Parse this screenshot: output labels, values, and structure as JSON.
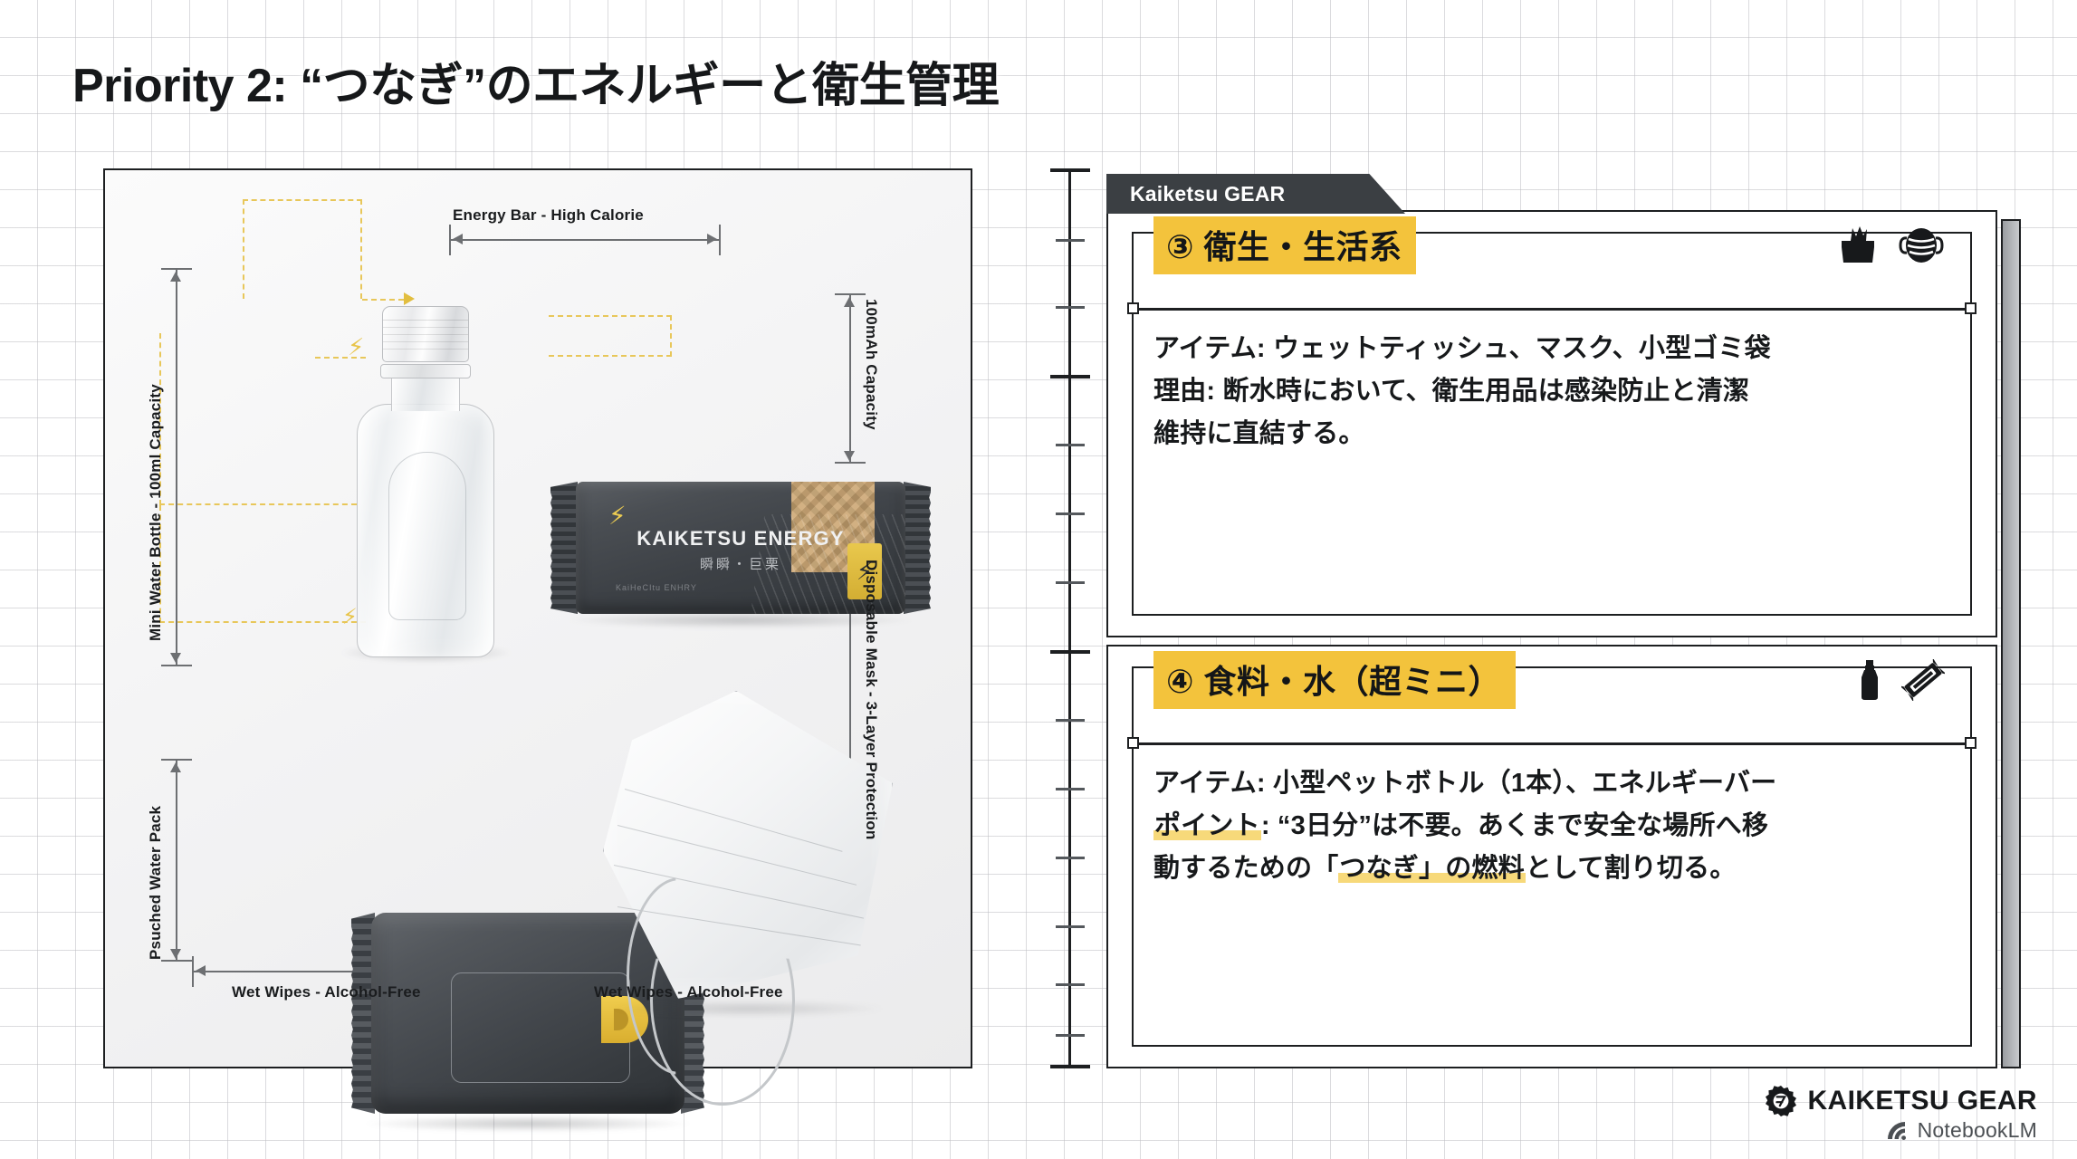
{
  "page": {
    "title": "Priority 2: “つなぎ”のエネルギーと衛生管理",
    "accent_yellow": "#f3c33c",
    "ink": "#1d1f21",
    "panel_bg": "#f3f3f4"
  },
  "illustration": {
    "labels": {
      "bottle_vertical": "Mini Water Bottle - 100ml Capacity",
      "energy_bar_top": "Energy Bar - High Calorie",
      "bar_capacity_vertical": "100mAh Capacity",
      "mask_vertical": "Disposable Mask - 3-Layer Protection",
      "wipes_vertical": "Psuched Water Pack",
      "wipes_bottom": "Wet Wipes - Alcohol-Free",
      "mask_bottom": "Wet Wipes - Alcohol-Free"
    },
    "energy_bar": {
      "brand": "KAIKETSU ENERGY",
      "subtitle": "瞬瞬・巨栗",
      "fine_print": "KaiHeCItu ENHRY",
      "bolt_glyph": "⚡"
    }
  },
  "gear_tab": {
    "label": "Kaiketsu GEAR"
  },
  "cards": [
    {
      "number_title": "③ 衛生・生活系",
      "icons": [
        "tissue-box-icon",
        "face-mask-icon"
      ],
      "lines": [
        {
          "segments": [
            {
              "text": "アイテム: ウェットティッシュ、マスク、小型ゴミ袋",
              "style": "plain"
            }
          ]
        },
        {
          "segments": [
            {
              "text": "理由: 断水時において、衛生用品は感染防止と清潔",
              "style": "plain"
            }
          ]
        },
        {
          "segments": [
            {
              "text": "維持に直結する。",
              "style": "plain"
            }
          ]
        }
      ]
    },
    {
      "number_title": "④ 食料・水（超ミニ）",
      "icons": [
        "water-bottle-icon",
        "energy-bar-icon"
      ],
      "lines": [
        {
          "segments": [
            {
              "text": "アイテム: 小型ペットボトル（1本）、エネルギーバー",
              "style": "plain"
            }
          ]
        },
        {
          "segments": [
            {
              "text": "ポイント",
              "style": "underline-highlight"
            },
            {
              "text": ": “3日分”は不要。あくまで安全な場所へ移",
              "style": "plain"
            }
          ]
        },
        {
          "segments": [
            {
              "text": "動するための「",
              "style": "plain"
            },
            {
              "text": "つなぎ」の燃料",
              "style": "underline-highlight"
            },
            {
              "text": "として割り切る。",
              "style": "plain"
            }
          ]
        }
      ]
    }
  ],
  "footer": {
    "brand": "KAIKETSU GEAR",
    "brand_icon": "gear-icon",
    "product": "NotebookLM",
    "product_icon": "notebooklm-spiral-icon"
  }
}
